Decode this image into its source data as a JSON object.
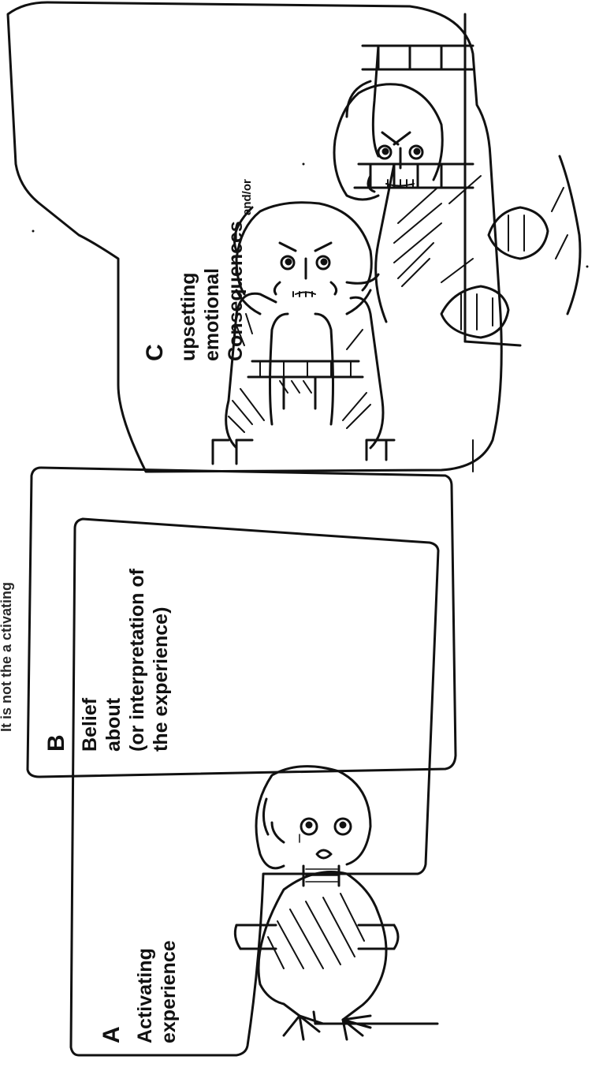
{
  "header_fragment": "It is not the a ctivating",
  "panel_a": {
    "letter": "A",
    "line1": "Activating",
    "line2": "experience"
  },
  "panel_b": {
    "letter": "B",
    "line1": "Belief",
    "line2": "about",
    "line3": "(or interpretation of",
    "line4": "the experience)"
  },
  "panel_c": {
    "letter": "C",
    "line1": "upsetting",
    "line2": "emotional",
    "line3": "Consequences",
    "connector": "and/or"
  }
}
